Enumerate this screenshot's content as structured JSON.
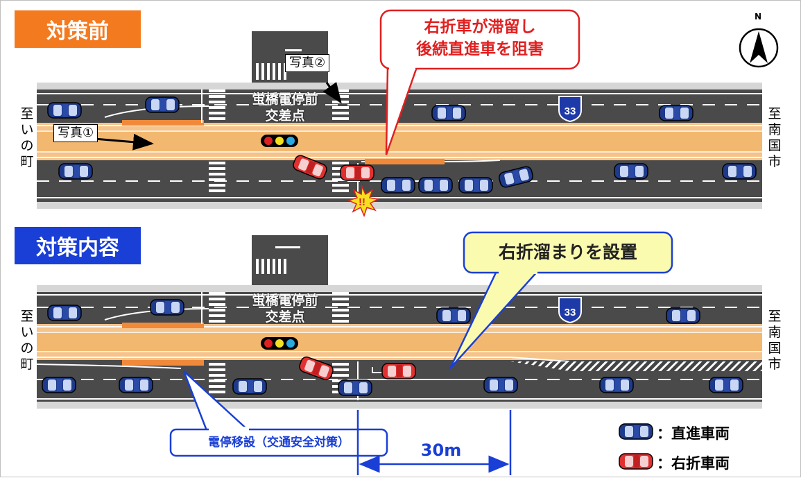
{
  "before": {
    "header": "対策前",
    "header_color": "#f47a20",
    "from_west": "至\nいの町",
    "to_east": "至\n南国市",
    "intersection": "蛍橋電停前\n交差点",
    "photo1": "写真①",
    "photo2": "写真②",
    "route_number": "33",
    "callout": "右折車が滞留し\n後続直進車を阻害",
    "collision_mark": "!!"
  },
  "after": {
    "header": "対策内容",
    "header_color": "#1a3fd6",
    "from_west": "至\nいの町",
    "to_east": "至\n南国市",
    "intersection": "蛍橋電停前\n交差点",
    "route_number": "33",
    "callout_turn_lane": "右折溜まりを設置",
    "callout_stop": "電停移設（交通安全対策）",
    "distance": "30m"
  },
  "compass": {
    "label": "N"
  },
  "legend": {
    "straight": "：直進車両",
    "right_turn": "：右折車両",
    "straight_color": "#1e3a8a",
    "right_turn_color": "#e03030"
  }
}
